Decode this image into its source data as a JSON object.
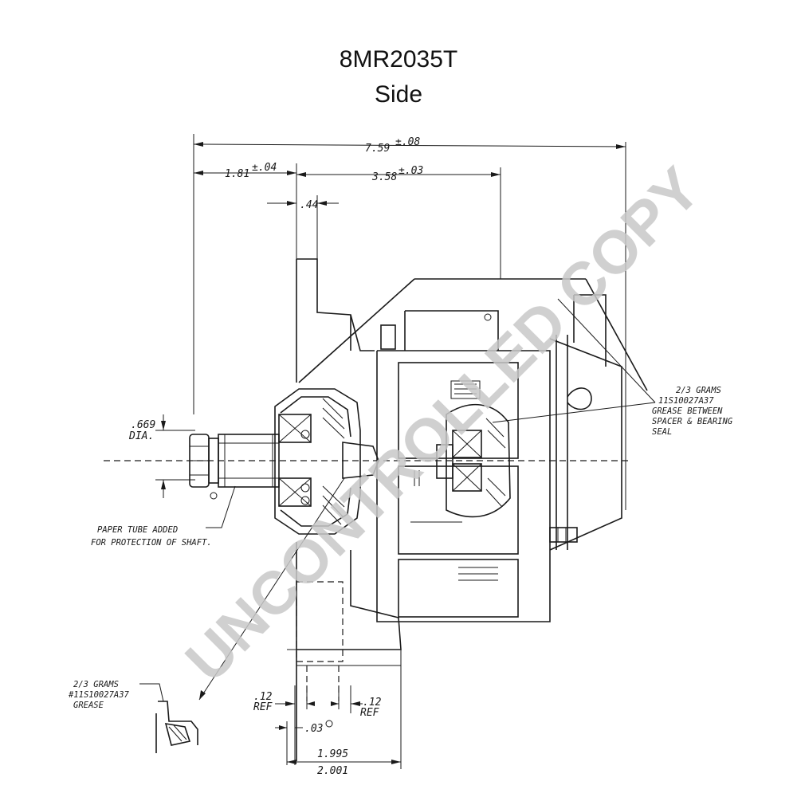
{
  "title": {
    "line1": "8MR2035T",
    "line2": "Side"
  },
  "dimensions": {
    "overall_length": "7.59",
    "overall_tol": "±.08",
    "front_to_mount": "1.81",
    "front_to_mount_tol": "±.04",
    "mount_to_rear": "3.58",
    "mount_to_rear_tol": "±.03",
    "flange_width": ".44",
    "shaft_dia_value": ".669",
    "shaft_dia_unit": "DIA.",
    "ref_left_value": ".12",
    "ref_left_unit": "REF",
    "ref_right_value": ".12",
    "ref_right_unit": "REF",
    "offset": ".03",
    "mount_span_top": "1.995",
    "mount_span_bottom": "2.001"
  },
  "notes": {
    "grease_right": [
      "2/3 GRAMS",
      "11S10027A37",
      "GREASE BETWEEN",
      "SPACER & BEARING",
      "SEAL"
    ],
    "paper_tube": [
      "PAPER TUBE ADDED",
      "FOR PROTECTION OF SHAFT."
    ],
    "grease_left": [
      "2/3 GRAMS",
      "#11S10027A37",
      "GREASE"
    ]
  },
  "watermark": "UNCONTROLLED COPY",
  "colors": {
    "ink": "#1a1a1a",
    "watermark": "#c8c8c8",
    "background": "#ffffff"
  }
}
